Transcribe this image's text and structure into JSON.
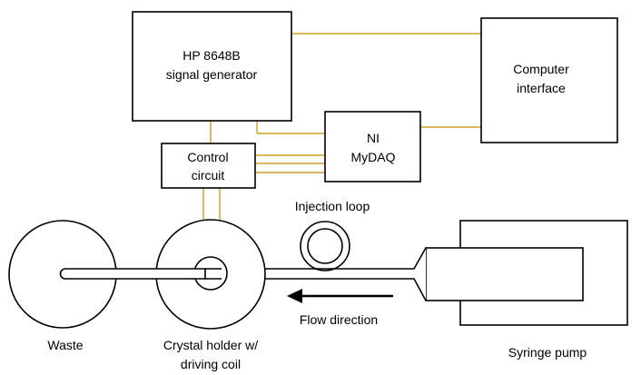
{
  "colors": {
    "wire": "#c8a02a",
    "outline": "#000000",
    "background": "#ffffff"
  },
  "labels": {
    "signal_generator_line1": "HP 8648B",
    "signal_generator_line2": "signal generator",
    "computer_line1": "Computer",
    "computer_line2": "interface",
    "daq_line1": "NI",
    "daq_line2": "MyDAQ",
    "control_line1": "Control",
    "control_line2": "circuit",
    "injection_loop": "Injection loop",
    "flow_direction": "Flow direction",
    "waste": "Waste",
    "crystal_holder_line1": "Crystal holder w/",
    "crystal_holder_line2": "driving coil",
    "syringe_pump": "Syringe pump"
  }
}
